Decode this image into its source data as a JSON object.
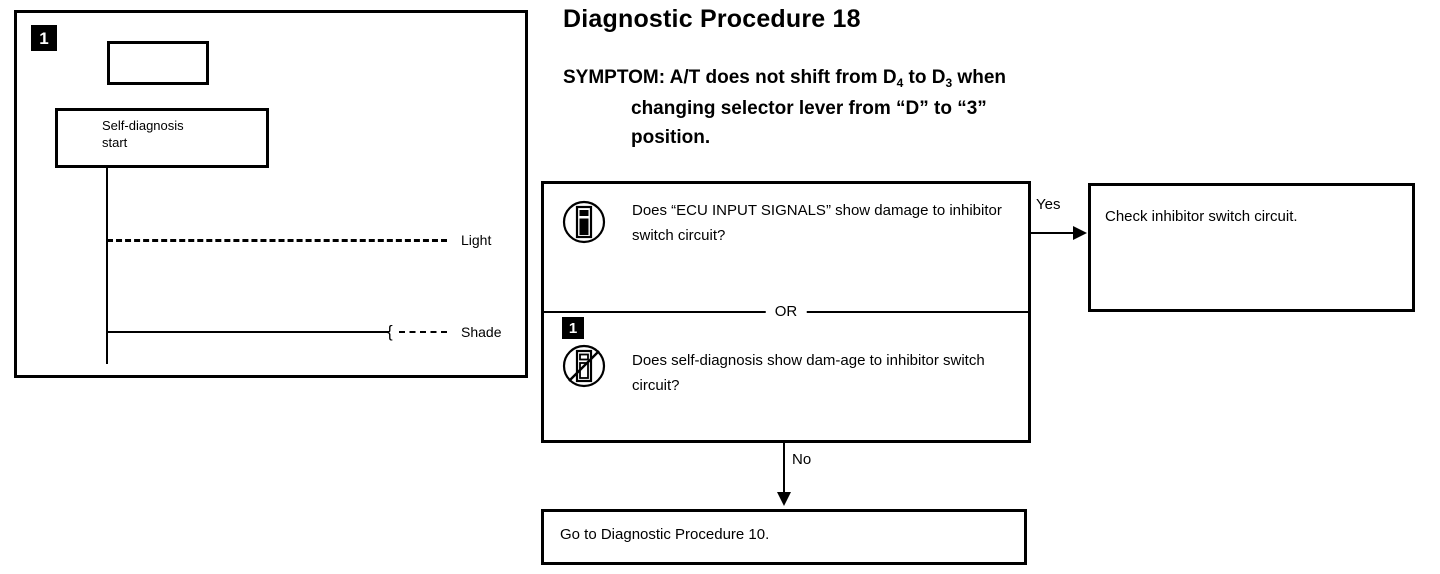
{
  "illustration": {
    "badge": "1",
    "self_diagnosis_box_label": "Self-diagnosis\nstart",
    "light_label": "Light",
    "shade_label": "Shade",
    "brace_glyph": "{"
  },
  "header": {
    "title": "Diagnostic Procedure 18",
    "symptom_prefix": "SYMPTOM:",
    "symptom_line1_a": " A/T does not shift from D",
    "symptom_line1_sub1": "4",
    "symptom_line1_b": " to D",
    "symptom_line1_sub2": "3",
    "symptom_line1_c": " when",
    "symptom_line2": "changing selector lever from “D” to “3”",
    "symptom_line3": "position."
  },
  "flow": {
    "question1": {
      "icon": "consult-device-icon",
      "text": "Does “ECU INPUT SIGNALS” show damage to inhibitor switch circuit?"
    },
    "or_separator": "OR",
    "question2": {
      "badge": "1",
      "icon": "consult-device-crossed-out-icon",
      "text": "Does self-diagnosis show dam-age to inhibitor switch circuit?"
    },
    "yes_label": "Yes",
    "no_label": "No",
    "check_box_text": "Check inhibitor switch circuit.",
    "goto_box_text": "Go to Diagnostic Procedure 10."
  },
  "colors": {
    "ink": "#000000",
    "paper": "#ffffff"
  }
}
